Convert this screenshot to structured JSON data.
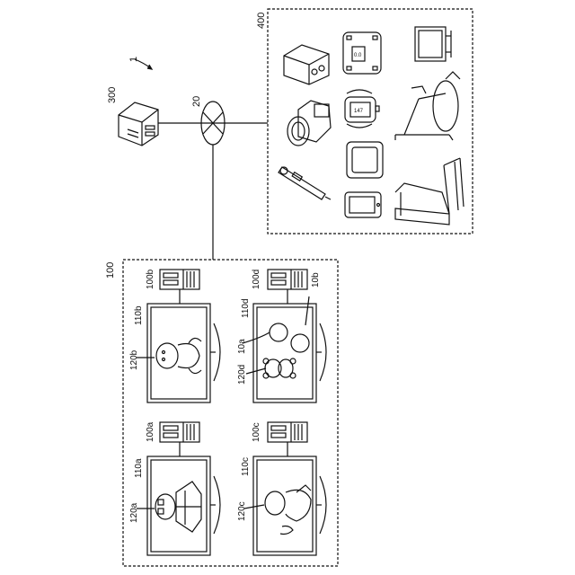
{
  "labels": {
    "system": "1",
    "network": "20",
    "server": "300",
    "device_group": "400",
    "terminal_group": "100",
    "terminal_a": "100a",
    "terminal_b": "100b",
    "terminal_c": "100c",
    "terminal_d": "100d",
    "display_a": "110a",
    "display_b": "110b",
    "display_c": "110c",
    "display_d": "110d",
    "image_a": "120a",
    "image_b": "120b",
    "image_c": "120c",
    "image_d": "120d",
    "object_a": "10a",
    "object_b": "10b"
  },
  "scale_readout": "0.0",
  "watch_readout": "147",
  "colors": {
    "line": "#111111",
    "panel_bg": "#ffffff"
  },
  "icons": [
    "server-icon",
    "network-hub-icon",
    "speaker-box-icon",
    "scale-icon",
    "television-icon",
    "camera-icon",
    "smart-watch-icon",
    "exercise-bike-icon",
    "thermometer-icon",
    "frame-icon",
    "tablet-icon",
    "treadmill-icon",
    "tower-pc-icon",
    "person-icon",
    "teddy-bear-icon",
    "ball-icon"
  ]
}
